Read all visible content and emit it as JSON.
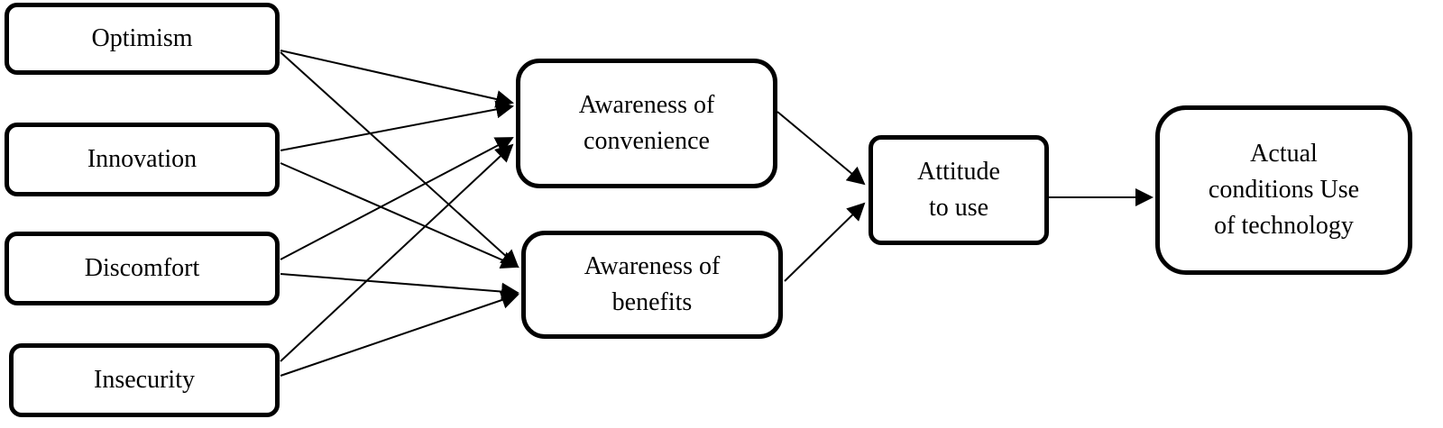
{
  "nodes": {
    "optimism": "Optimism",
    "innovation": "Innovation",
    "discomfort": "Discomfort",
    "insecurity": "Insecurity",
    "convenience": "Awareness of\nconvenience",
    "benefits": "Awareness of\nbenefits",
    "attitude": "Attitude\nto use",
    "actual": "Actual\nconditions Use\nof technology"
  },
  "edges": [
    {
      "from": "optimism",
      "to": "convenience"
    },
    {
      "from": "optimism",
      "to": "benefits"
    },
    {
      "from": "innovation",
      "to": "convenience"
    },
    {
      "from": "innovation",
      "to": "benefits"
    },
    {
      "from": "discomfort",
      "to": "convenience"
    },
    {
      "from": "discomfort",
      "to": "benefits"
    },
    {
      "from": "insecurity",
      "to": "convenience"
    },
    {
      "from": "insecurity",
      "to": "benefits"
    },
    {
      "from": "convenience",
      "to": "attitude"
    },
    {
      "from": "benefits",
      "to": "attitude"
    },
    {
      "from": "attitude",
      "to": "actual"
    }
  ],
  "colors": {
    "stroke": "#000000",
    "fill": "#ffffff"
  }
}
